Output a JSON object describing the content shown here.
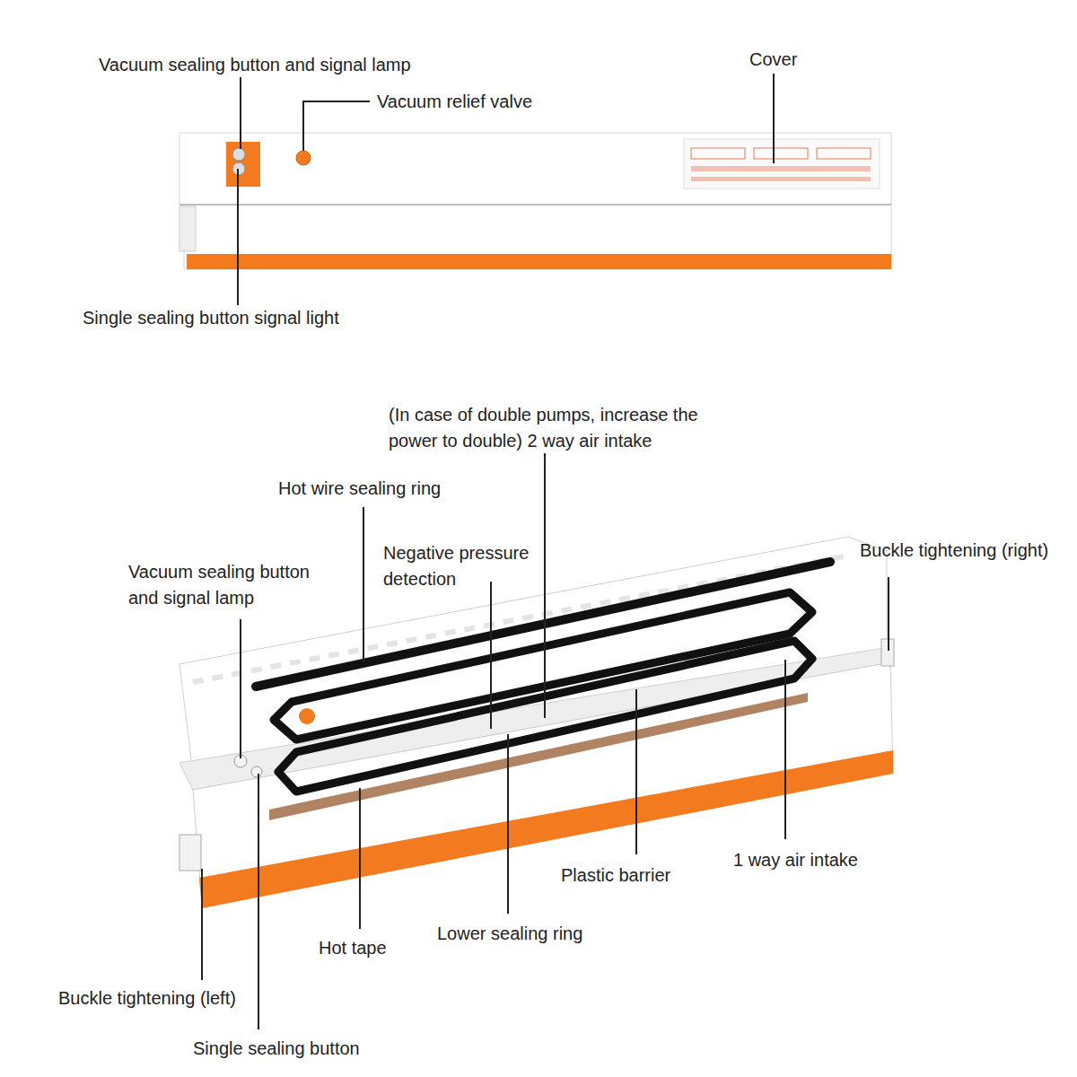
{
  "diagram": {
    "labels": [
      "Vacuum sealing button and signal lamp",
      "Vacuum relief valve",
      "Cover",
      "Single sealing button signal light",
      "(In case of double pumps, increase the power to double) 2 way air intake",
      "Hot wire sealing ring",
      "Negative pressure detection",
      "Vacuum sealing button and signal lamp",
      "Buckle tightening (right)",
      "Plastic barrier",
      "1 way air intake",
      "Hot tape",
      "Lower sealing ring",
      "Buckle tightening (left)",
      "Single sealing button"
    ]
  }
}
